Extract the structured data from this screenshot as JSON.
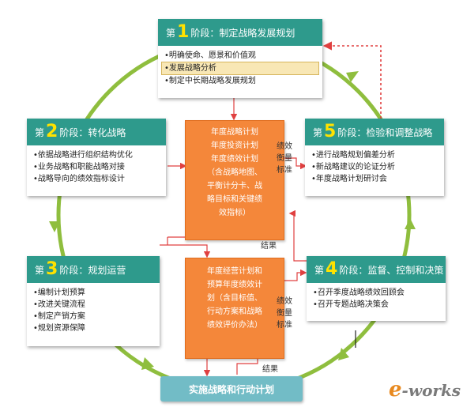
{
  "stage1": {
    "prefix": "第",
    "num": "1",
    "suffix": "阶段：制定战略发展规划",
    "items": [
      "•明确使命、愿景和价值观",
      "•发展战略分析",
      "•制定中长期战略发展规划"
    ]
  },
  "stage2": {
    "prefix": "第",
    "num": "2",
    "suffix": "阶段：转化战略",
    "items": [
      "•依据战略进行组织结构优化",
      "•业务战略和职能战略对接",
      "•战略导向的绩效指标设计"
    ]
  },
  "stage3": {
    "prefix": "第",
    "num": "3",
    "suffix": "阶段：规划运营",
    "items": [
      "•编制计划预算",
      "•改进关键流程",
      "•制定产销方案",
      "•规划资源保障"
    ]
  },
  "stage4": {
    "prefix": "第",
    "num": "4",
    "suffix": "阶段：监督、控制和决策",
    "items": [
      "•召开季度战略绩效回顾会",
      "•召开专题战略决策会"
    ]
  },
  "stage5": {
    "prefix": "第",
    "num": "5",
    "suffix": "阶段：检验和调整战略",
    "items": [
      "•进行战略规划偏差分析",
      "•新战略建议的论证分析",
      "•年度战略计划研讨会"
    ]
  },
  "center_top": [
    "年度战略计划",
    "年度投资计划",
    "年度绩效计划",
    "（含战略地图、",
    "平衡计分卡、战",
    "略目标和关键绩",
    "效指标）"
  ],
  "center_bottom": [
    "年度经营计划和",
    "预算年度绩效计",
    "划（含目标值、",
    "行动方案和战略",
    "绩效评价办法）"
  ],
  "label_top": [
    "绩效",
    "衡量",
    "标准"
  ],
  "label_bottom": [
    "绩效",
    "衡量",
    "标准"
  ],
  "result_top": "结果",
  "result_bottom": "结果",
  "bottom_box": "实施战略和行动计划",
  "logo": {
    "e": "e",
    "rest": "-works"
  },
  "colors": {
    "teal": "#2e9a8c",
    "yellow": "#ffe200",
    "orange": "#f4873a",
    "green": "#8fbe3e",
    "red": "#e04040"
  }
}
